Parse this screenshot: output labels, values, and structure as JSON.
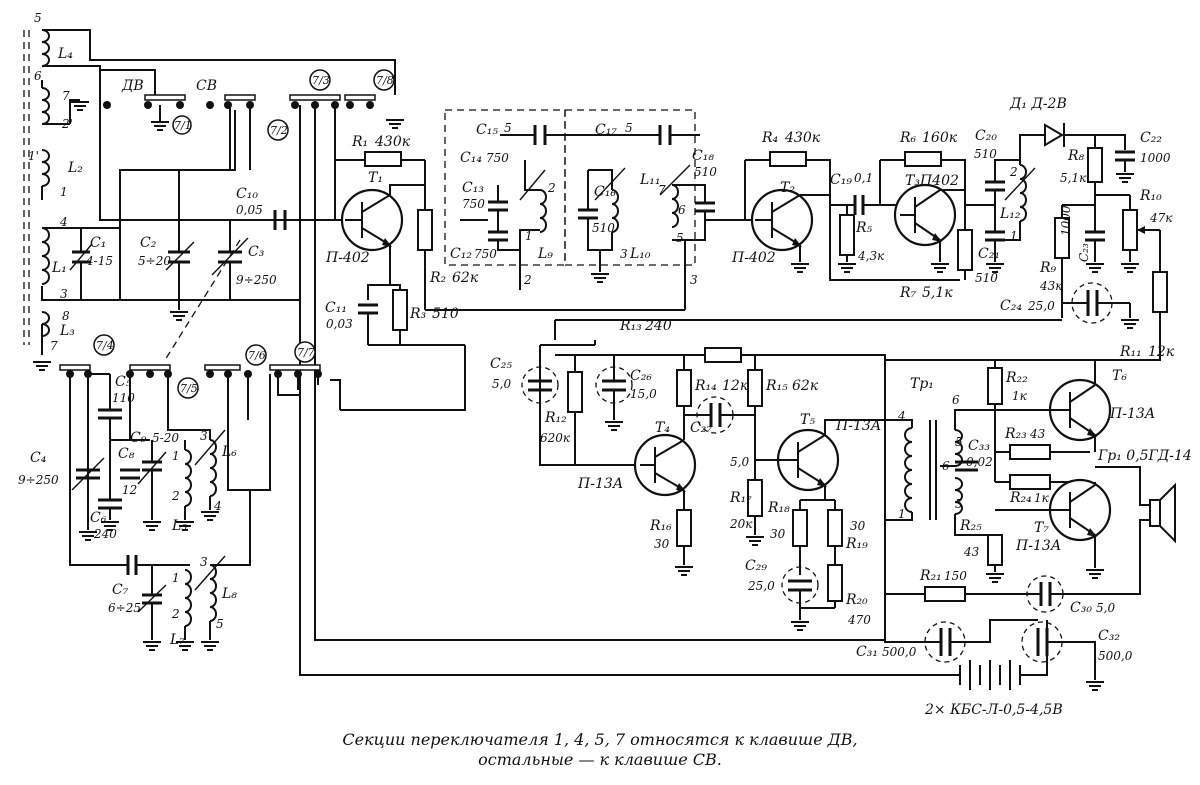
{
  "components": {
    "L1": "L₁",
    "L2": "L₂",
    "L3": "L₃",
    "L4": "L₄",
    "L5": "L₅",
    "L6": "L₆",
    "L7": "L₇",
    "L8": "L₈",
    "L9": "L₉",
    "L10": "L₁₀",
    "L11": "L₁₁",
    "L12": "L₁₂",
    "C1": "C₁",
    "C1v": "4-15",
    "C2": "C₂",
    "C2v": "5÷20",
    "C3": "C₃",
    "C3v": "9÷250",
    "C4": "C₄",
    "C4v": "9÷250",
    "C5": "C₅",
    "C5v": "110",
    "C6": "C₆",
    "C6v": "240",
    "C7": "C₇",
    "C7v": "6÷25",
    "C8": "C₈",
    "C8v": "12",
    "C9": "C₉",
    "C9v": "5-20",
    "C10": "C₁₀",
    "C10v": "0,05",
    "C11": "C₁₁",
    "C11v": "0,03",
    "C12": "C₁₂",
    "C12v": "750",
    "C13": "C₁₃",
    "C13v": "750",
    "C14": "C₁₄",
    "C14v": "750",
    "C15": "C₁₅",
    "C15v": "5",
    "C16": "C₁₆",
    "C16v": "510",
    "C17": "C₁₇",
    "C17v": "5",
    "C18": "C₁₈",
    "C18v": "510",
    "C19": "C₁₉",
    "C19v": "0,1",
    "C20": "C₂₀",
    "C20v": "510",
    "C21": "C₂₁",
    "C21v": "510",
    "C22": "C₂₂",
    "C22v": "1000",
    "C23": "C₂₃",
    "C23v": "1000",
    "C24": "C₂₄",
    "C24v": "25,0",
    "C25": "C₂₅",
    "C25v": "5,0",
    "C26": "C₂₆",
    "C26v": "15,0",
    "C27": "C₂₇",
    "C27v": "5,0",
    "C29": "C₂₉",
    "C29v": "25,0",
    "C30": "C₃₀",
    "C30v": "5,0",
    "C31": "C₃₁",
    "C31v": "500,0",
    "C32": "C₃₂",
    "C32v": "500,0",
    "C33": "C₃₃",
    "C33v": "0,02",
    "R1": "R₁",
    "R1v": "430к",
    "R2": "R₂",
    "R2v": "62к",
    "R3": "R₃",
    "R3v": "510",
    "R4": "R₄",
    "R4v": "430к",
    "R5": "R₅",
    "R5v": "4,3к",
    "R6": "R₆",
    "R6v": "160к",
    "R7": "R₇",
    "R7v": "5,1к",
    "R8": "R₈",
    "R8v": "5,1к",
    "R9": "R₉",
    "R9v": "43к",
    "R10": "R₁₀",
    "R10v": "47к",
    "R11": "R₁₁",
    "R11v": "12к",
    "R12": "R₁₂",
    "R12v": "620к",
    "R13": "R₁₃",
    "R13v": "240",
    "R14": "R₁₄",
    "R14v": "12к",
    "R15": "R₁₅",
    "R15v": "62к",
    "R16": "R₁₆",
    "R16v": "30",
    "R17": "R₁₇",
    "R17v": "20к",
    "R18": "R₁₈",
    "R18v": "30",
    "R19": "R₁₉",
    "R19v": "30",
    "R20": "R₂₀",
    "R20v": "470",
    "R21": "R₂₁",
    "R21v": "150",
    "R22": "R₂₂",
    "R22v": "1к",
    "R23": "R₂₃",
    "R23v": "43",
    "R24": "R₂₄",
    "R24v": "1к",
    "R25": "R₂₅",
    "R25v": "43",
    "T1": "T₁",
    "T1t": "П-402",
    "T2": "T₂",
    "T2t": "П-402",
    "T3": "T₃П402",
    "T4": "T₄",
    "T4t": "П-13А",
    "T5": "T₅",
    "T5t": "П-13А",
    "T6": "T₆",
    "T6t": "П-13А",
    "T7": "T₇",
    "T7t": "П-13А",
    "D1": "Д₁ Д-2В",
    "Tp1": "Tр₁",
    "Gr1": "Гр₁ 0,5ГД-14",
    "battery": "2× КБС-Л-0,5-4,5В"
  },
  "switch": {
    "DV": "ДВ",
    "SV": "СВ",
    "s71": "7/1",
    "s72": "7/2",
    "s73": "7/3",
    "s74": "7/4",
    "s75": "7/5",
    "s76": "7/6",
    "s77": "7/7",
    "s78": "7/8"
  },
  "pins": [
    "1",
    "2",
    "3",
    "4",
    "5",
    "6",
    "7",
    "8",
    "2'",
    "1'"
  ],
  "caption": {
    "line1": "Секции переключателя 1, 4, 5, 7 относятся к клавише ДВ,",
    "line2": "остальные — к клавише СВ."
  }
}
